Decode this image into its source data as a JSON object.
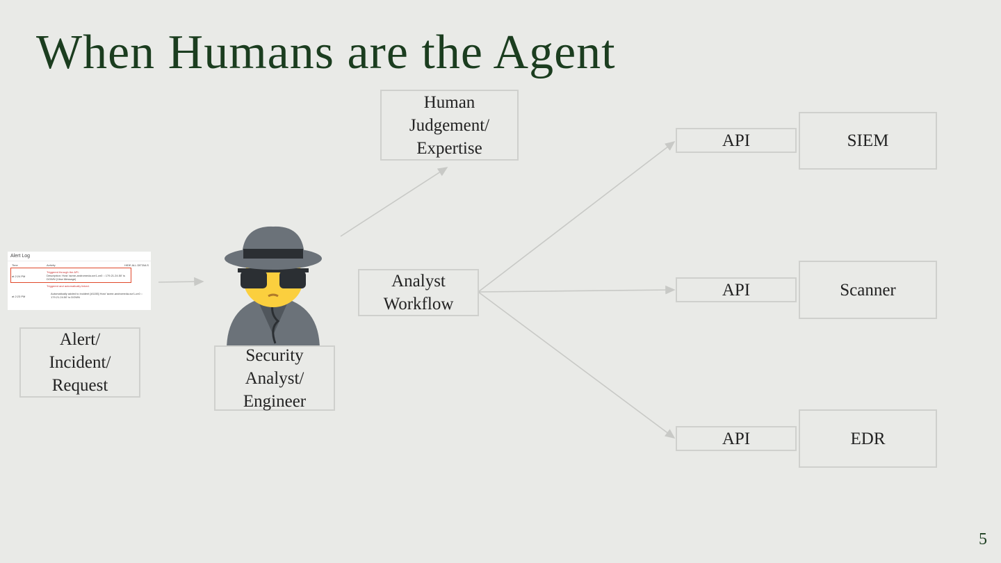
{
  "title": "When Humans are the Agent",
  "page_number": "5",
  "alert_log": {
    "heading": "Alert Log",
    "col_time": "Time",
    "col_activity": "Activity",
    "hide_all": "HIDE ALL DETAILS",
    "rows": [
      {
        "time": "at 2:24 PM",
        "activity": "Triggered through the API.",
        "description": "Description: Host 'acme-andromeda-svr1-cn0 :: 179.21.24.50' is DOWN (View Message)"
      },
      {
        "time": "at 2:23 PM",
        "activity": "Triggered and automatically linked.",
        "description": "Automatically added to incident [#1155] Host 'acme-andromeda-svr1-cn0 :: 179.21.24.50' is DOWN"
      }
    ]
  },
  "nodes": {
    "alert": [
      "Alert/",
      "Incident/",
      "Request"
    ],
    "analyst": [
      "Security",
      "Analyst/",
      "Engineer"
    ],
    "judgement": [
      "Human",
      "Judgement/",
      "Expertise"
    ],
    "workflow": [
      "Analyst",
      "Workflow"
    ],
    "api1": "API",
    "api2": "API",
    "api3": "API",
    "siem": "SIEM",
    "scanner": "Scanner",
    "edr": "EDR"
  },
  "colors": {
    "title": "#1b3d1f",
    "background": "#e9eae7",
    "highlight": "#e0482a"
  },
  "icons": {
    "analyst": "detective-spy-icon"
  }
}
